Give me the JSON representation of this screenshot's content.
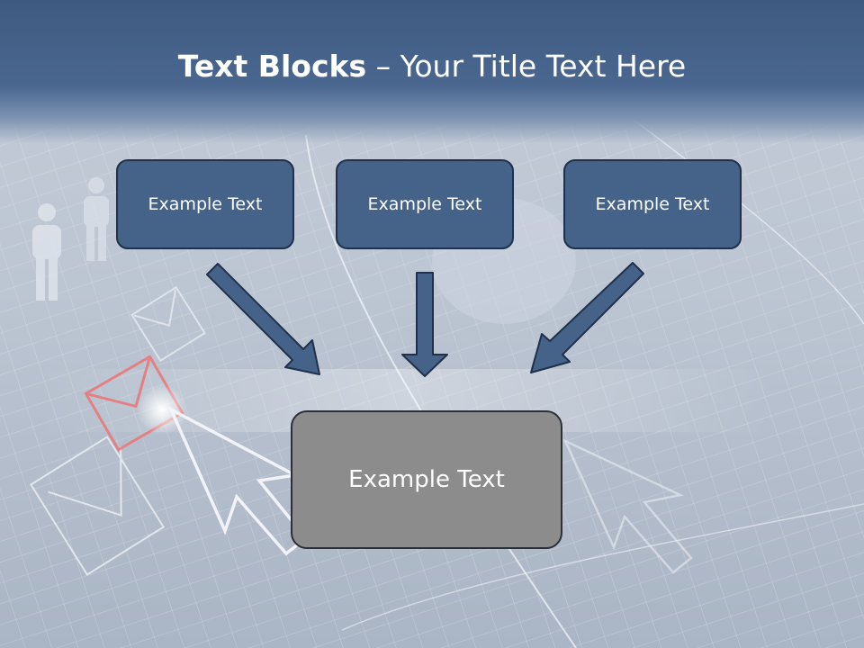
{
  "slide": {
    "title_bold": "Text Blocks",
    "title_separator": " – ",
    "title_rest": "Your Title Text Here"
  },
  "blocks": [
    {
      "label": "Example Text"
    },
    {
      "label": "Example Text"
    },
    {
      "label": "Example Text"
    }
  ],
  "main_block": {
    "label": "Example Text"
  },
  "colors": {
    "header": "#3e5a80",
    "block_fill": "#456288",
    "block_border": "#20304a",
    "main_block_fill": "#8c8c8c",
    "arrow_fill": "#456288"
  },
  "background_icons": [
    "person-icon",
    "envelope-icon",
    "cursor-arrow-icon",
    "globe-icon"
  ]
}
